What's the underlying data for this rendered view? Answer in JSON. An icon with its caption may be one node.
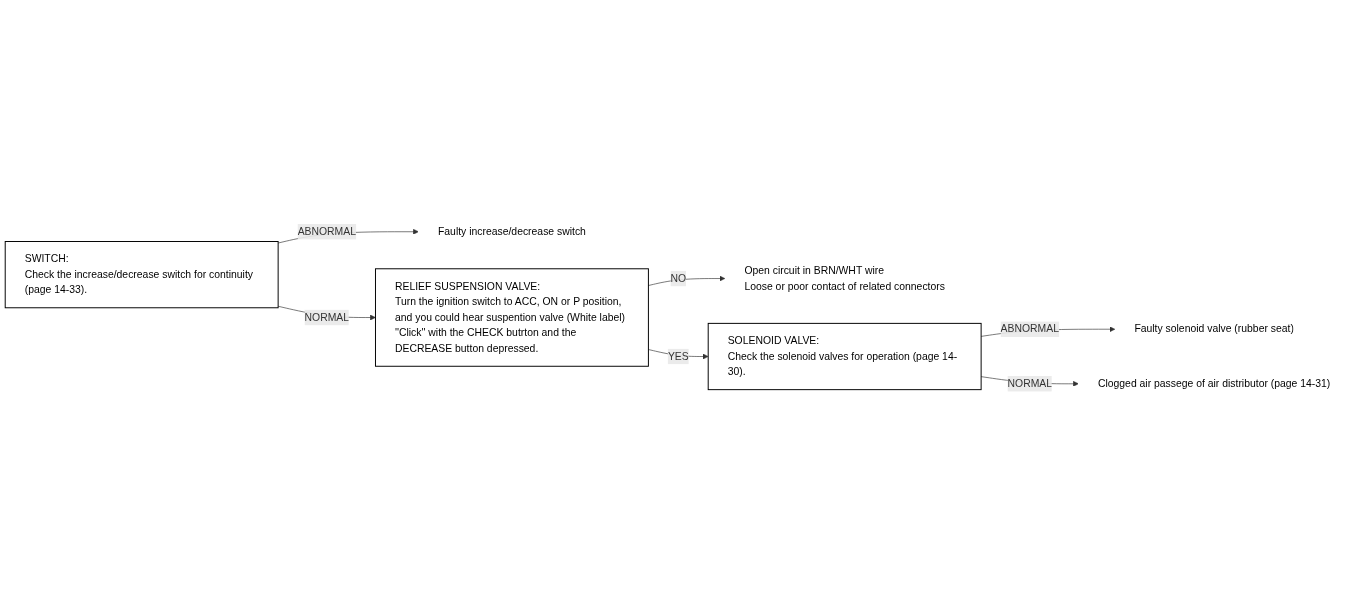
{
  "diagram": {
    "nodes": [
      {
        "text": [
          "SWITCH:",
          "Check the increase/decrease switch for continuity (page 14-33)."
        ]
      },
      {
        "text": [
          "Faulty increase/decrease switch"
        ]
      },
      {
        "text": [
          "RELIEF SUSPENSION VALVE:",
          "Turn the ignition switch to ACC, ON or P position, and you could hear suspention valve (White label) ''Click'' with the CHECK butrton and the DECREASE button depressed."
        ]
      },
      {
        "text": [
          "Open circuit in BRN/WHT wire",
          "Loose or poor contact of related connectors"
        ]
      },
      {
        "text": [
          "SOLENOID VALVE:",
          "Check the solenoid valves for operation (page 14-30)."
        ]
      },
      {
        "text": [
          "Faulty solenoid valve (rubber seat)"
        ]
      },
      {
        "text": [
          "Clogged air passege of air distributor (page 14-31)"
        ]
      }
    ],
    "edges": [
      {
        "from": 0,
        "to": 1,
        "arrow": "to",
        "label": "ABNORMAL"
      },
      {
        "from": 0,
        "to": 2,
        "arrow": "to",
        "label": "NORMAL"
      },
      {
        "from": 2,
        "to": 3,
        "arrow": "to",
        "label": "NO"
      },
      {
        "from": 2,
        "to": 4,
        "arrow": "to",
        "label": "YES"
      },
      {
        "from": 4,
        "to": 5,
        "arrow": "to",
        "label": "ABNORMAL"
      },
      {
        "from": 4,
        "to": 6,
        "arrow": "to",
        "label": "NORMAL"
      }
    ]
  }
}
